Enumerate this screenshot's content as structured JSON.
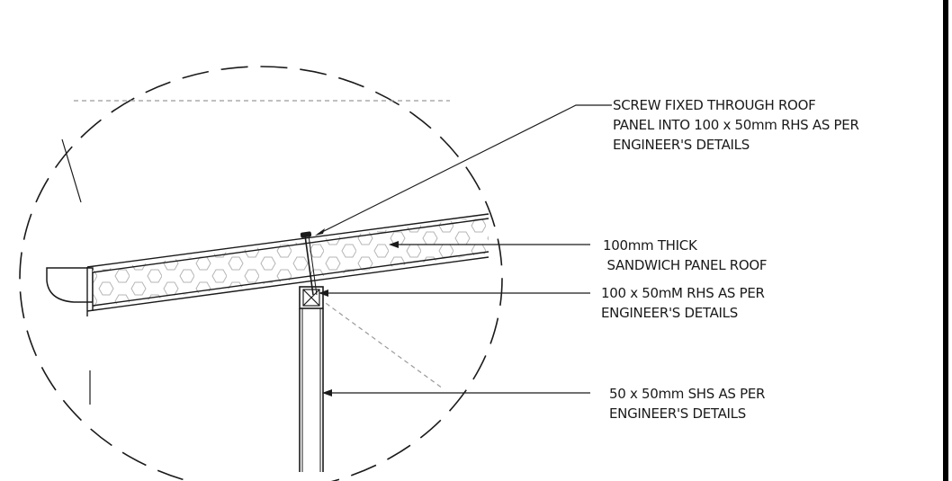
{
  "annotations": {
    "screw": {
      "lines": [
        "SCREW FIXED THROUGH ROOF",
        "PANEL INTO 100 x 50mm RHS  AS PER",
        "ENGINEER'S DETAILS"
      ]
    },
    "panel": {
      "lines": [
        "100mm THICK",
        " SANDWICH PANEL ROOF"
      ]
    },
    "rhs": {
      "lines": [
        "100 x 50mM RHS AS PER",
        "ENGINEER'S DETAILS"
      ]
    },
    "shs": {
      "lines": [
        "50 x 50mm SHS AS PER",
        "ENGINEER'S DETAILS"
      ]
    }
  },
  "colors": {
    "line": "#1a1a1a",
    "dashed_hidden": "#9a9a9a",
    "hex_pattern": "#b5b5b5"
  }
}
